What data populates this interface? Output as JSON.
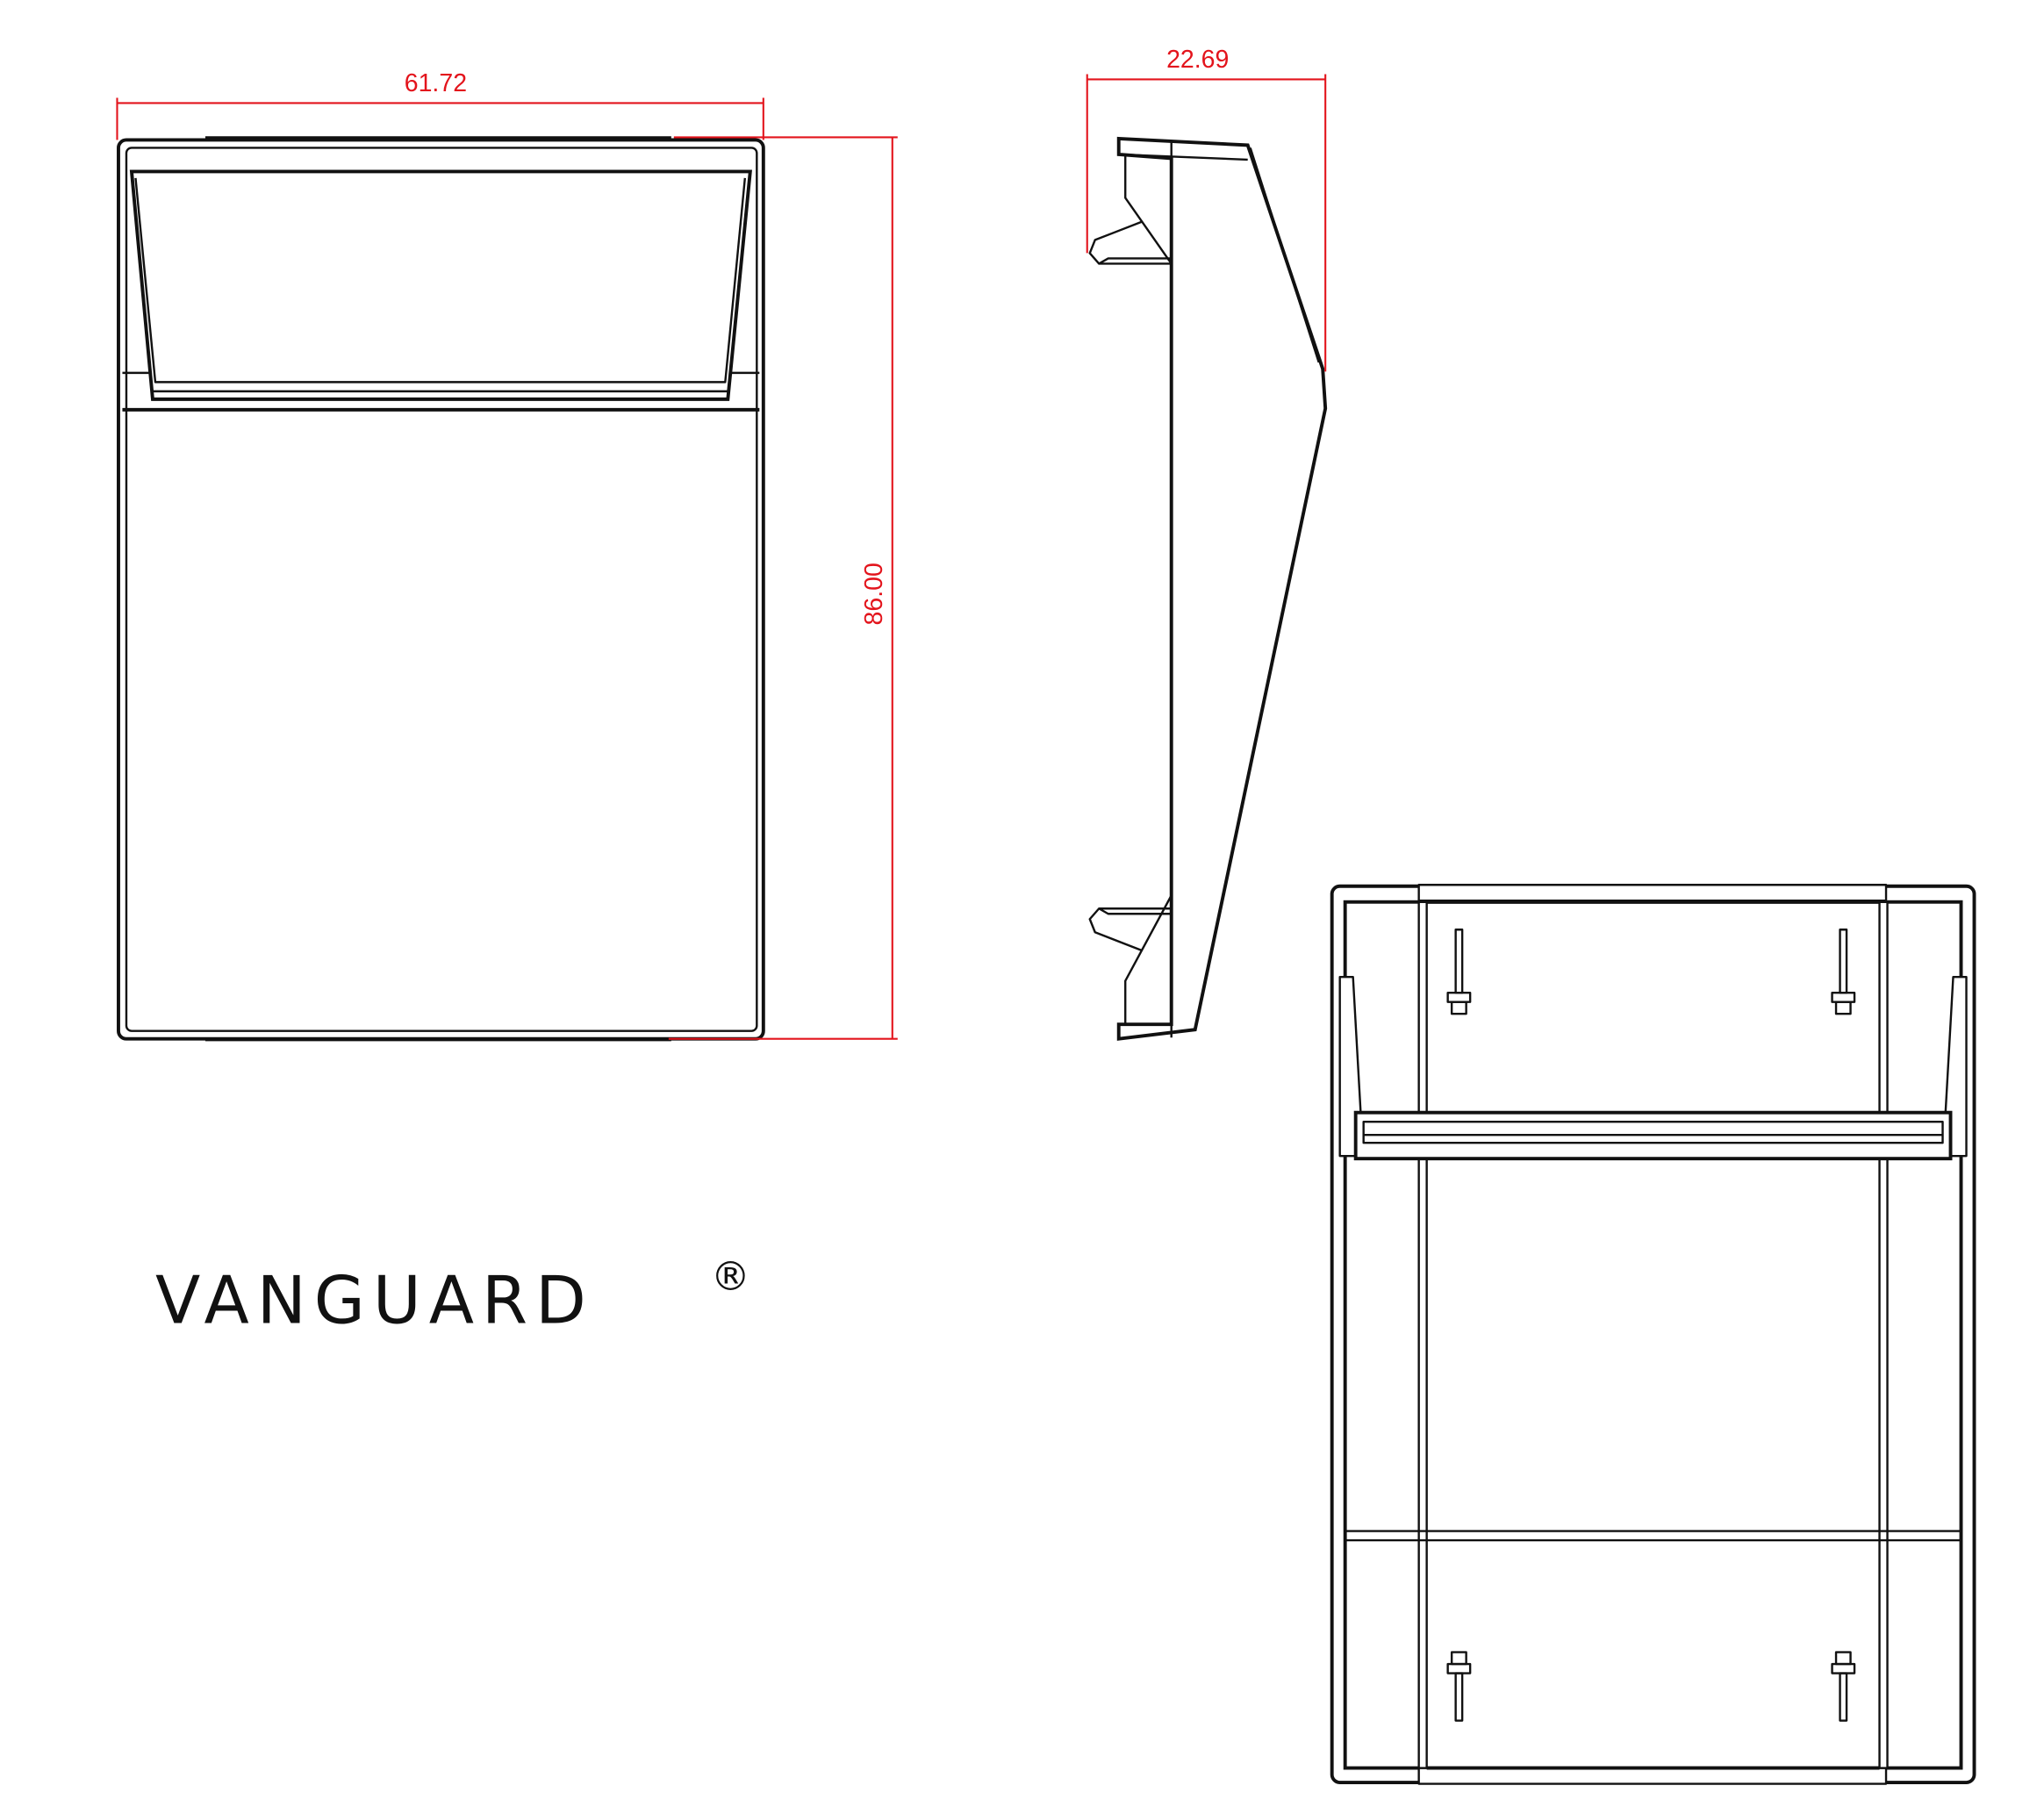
{
  "dimensions": {
    "front_width": "61.72",
    "side_depth": "22.69",
    "front_height": "86.00"
  },
  "brand": {
    "name": "VANGUARD",
    "registered_mark": "®"
  },
  "colors": {
    "dimension": "#e3141c",
    "line": "#111111"
  }
}
